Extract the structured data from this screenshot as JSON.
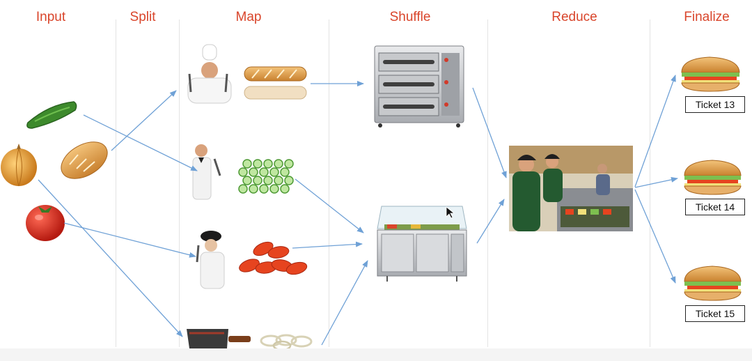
{
  "stages": [
    {
      "key": "input",
      "label": "Input"
    },
    {
      "key": "split",
      "label": "Split"
    },
    {
      "key": "map",
      "label": "Map"
    },
    {
      "key": "shuffle",
      "label": "Shuffle"
    },
    {
      "key": "reduce",
      "label": "Reduce"
    },
    {
      "key": "finalize",
      "label": "Finalize"
    }
  ],
  "tickets": [
    "Ticket 13",
    "Ticket 14",
    "Ticket 15"
  ],
  "colors": {
    "header": "#d9452b",
    "arrow": "#6fa1d6",
    "divider": "#e3e3e3"
  }
}
